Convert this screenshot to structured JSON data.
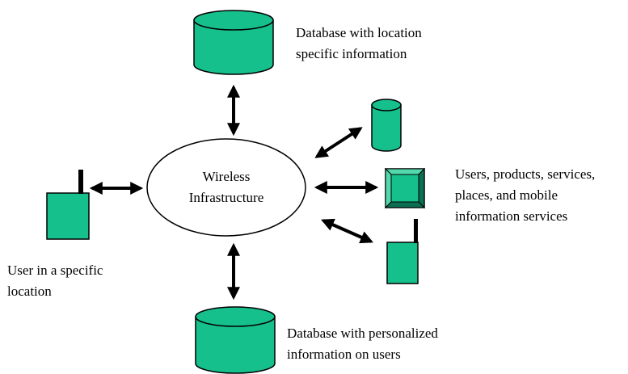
{
  "colors": {
    "fill": "#16c08c",
    "fill_light": "#54d9ad",
    "fill_dark": "#0c6f52",
    "stroke": "#000000",
    "ellipse_fill": "#ffffff"
  },
  "center": {
    "line1": "Wireless",
    "line2": "Infrastructure"
  },
  "labels": {
    "top_db": {
      "line1": "Database with location",
      "line2": "specific information"
    },
    "right_group": {
      "line1": "Users, products, services,",
      "line2": "places, and mobile",
      "line3": "information services"
    },
    "left_user": {
      "line1": "User in a specific",
      "line2": "location"
    },
    "bottom_db": {
      "line1": "Database with personalized",
      "line2": "information on users"
    }
  },
  "icons": {
    "top_db": "database-cylinder-icon",
    "bottom_db": "database-cylinder-icon",
    "right_small_db": "database-cylinder-icon",
    "right_product": "product-box-icon",
    "right_device": "mobile-device-icon",
    "left_device": "mobile-device-icon"
  }
}
